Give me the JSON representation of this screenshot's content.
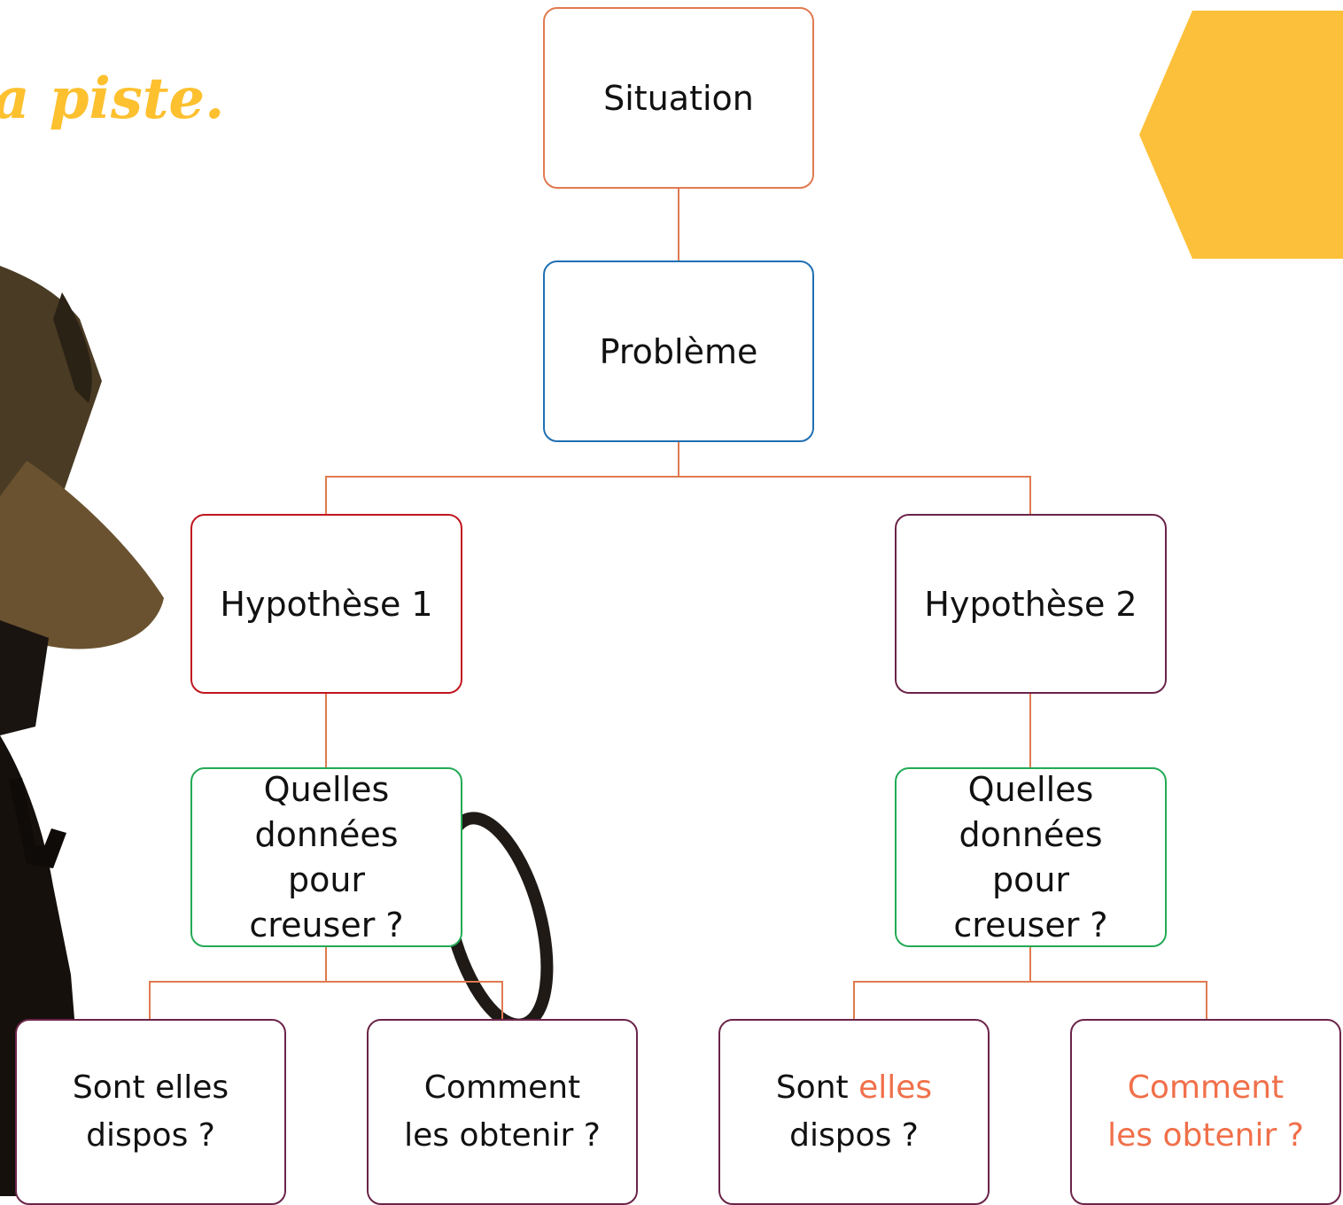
{
  "title": "a piste.",
  "colors": {
    "title": "#fdc02f",
    "hexagon": "#fdc03a",
    "connector": "#e07a50",
    "situation_border": "#e07a50",
    "probleme_border": "#1f6fb2",
    "hypothese1_border": "#c0161e",
    "hypothese2_border": "#6b2449",
    "donnees_border": "#22aa55",
    "leaf_border": "#6b2449",
    "highlight_text": "#f0704a"
  },
  "illustration": "detective-silhouette",
  "nodes": {
    "situation": "Situation",
    "probleme": "Problème",
    "hypothese1": "Hypothèse 1",
    "hypothese2": "Hypothèse 2",
    "donnees1": "Quelles données pour creuser ?",
    "donnees2": "Quelles données pour creuser ?",
    "dispos1": {
      "l1": "Sont elles",
      "l2": "dispos ?"
    },
    "obtenir1": {
      "l1": "Comment",
      "l2": "les obtenir ?"
    },
    "dispos2": {
      "a": "Sont ",
      "b": "elles",
      "l2": "dispos ?"
    },
    "obtenir2": {
      "l1": "Comment",
      "l2": "les obtenir ?"
    }
  }
}
